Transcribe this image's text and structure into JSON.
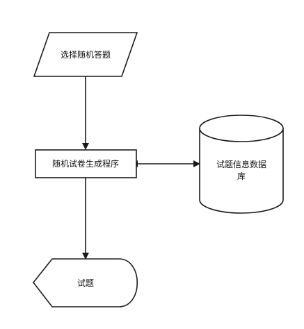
{
  "diagram": {
    "nodes": {
      "select_questions": {
        "label": "选择随机答题",
        "shape": "parallelogram"
      },
      "generator": {
        "label": "随机试卷生成程序",
        "shape": "rectangle"
      },
      "database": {
        "label_line1": "试题信息数据",
        "label_line2": "库",
        "shape": "cylinder"
      },
      "exam_paper": {
        "label": "试题",
        "shape": "display"
      }
    },
    "edges": [
      {
        "from": "select_questions",
        "to": "generator",
        "direction": "forward"
      },
      {
        "from": "generator",
        "to": "database",
        "direction": "bidirectional"
      },
      {
        "from": "generator",
        "to": "exam_paper",
        "direction": "forward"
      }
    ],
    "colors": {
      "stroke": "#1a1a1a",
      "fill": "#ffffff",
      "text": "#111111"
    }
  }
}
